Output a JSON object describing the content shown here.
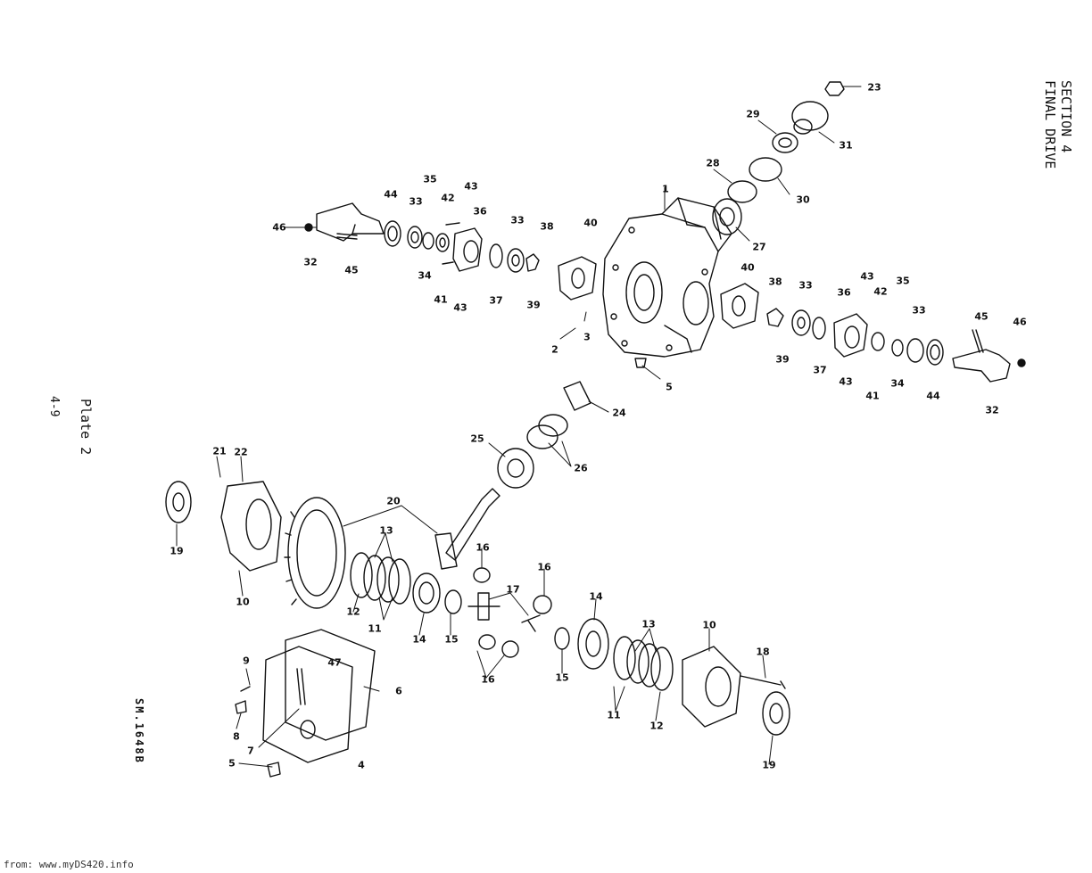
{
  "header": {
    "section": "SECTION 4",
    "title": "FINAL DRIVE"
  },
  "plate": {
    "title": "Plate 2",
    "page": "4-9",
    "drawing_code": "SM.1648B"
  },
  "watermark": "from: www.myDS420.info",
  "callouts": [
    "1",
    "2",
    "3",
    "4",
    "5",
    "5",
    "6",
    "7",
    "8",
    "9",
    "10",
    "10",
    "11",
    "11",
    "12",
    "12",
    "13",
    "13",
    "14",
    "14",
    "15",
    "15",
    "16",
    "16",
    "16",
    "16",
    "17",
    "18",
    "19",
    "19",
    "20",
    "21",
    "22",
    "23",
    "24",
    "25",
    "26",
    "27",
    "28",
    "29",
    "30",
    "31",
    "32",
    "32",
    "33",
    "33",
    "33",
    "33",
    "34",
    "34",
    "35",
    "35",
    "36",
    "36",
    "37",
    "37",
    "38",
    "38",
    "39",
    "39",
    "40",
    "40",
    "41",
    "41",
    "42",
    "42",
    "43",
    "43",
    "43",
    "43",
    "44",
    "44",
    "45",
    "45",
    "46",
    "46",
    "47"
  ],
  "colors": {
    "ink": "#111111",
    "paper": "#ffffff"
  }
}
